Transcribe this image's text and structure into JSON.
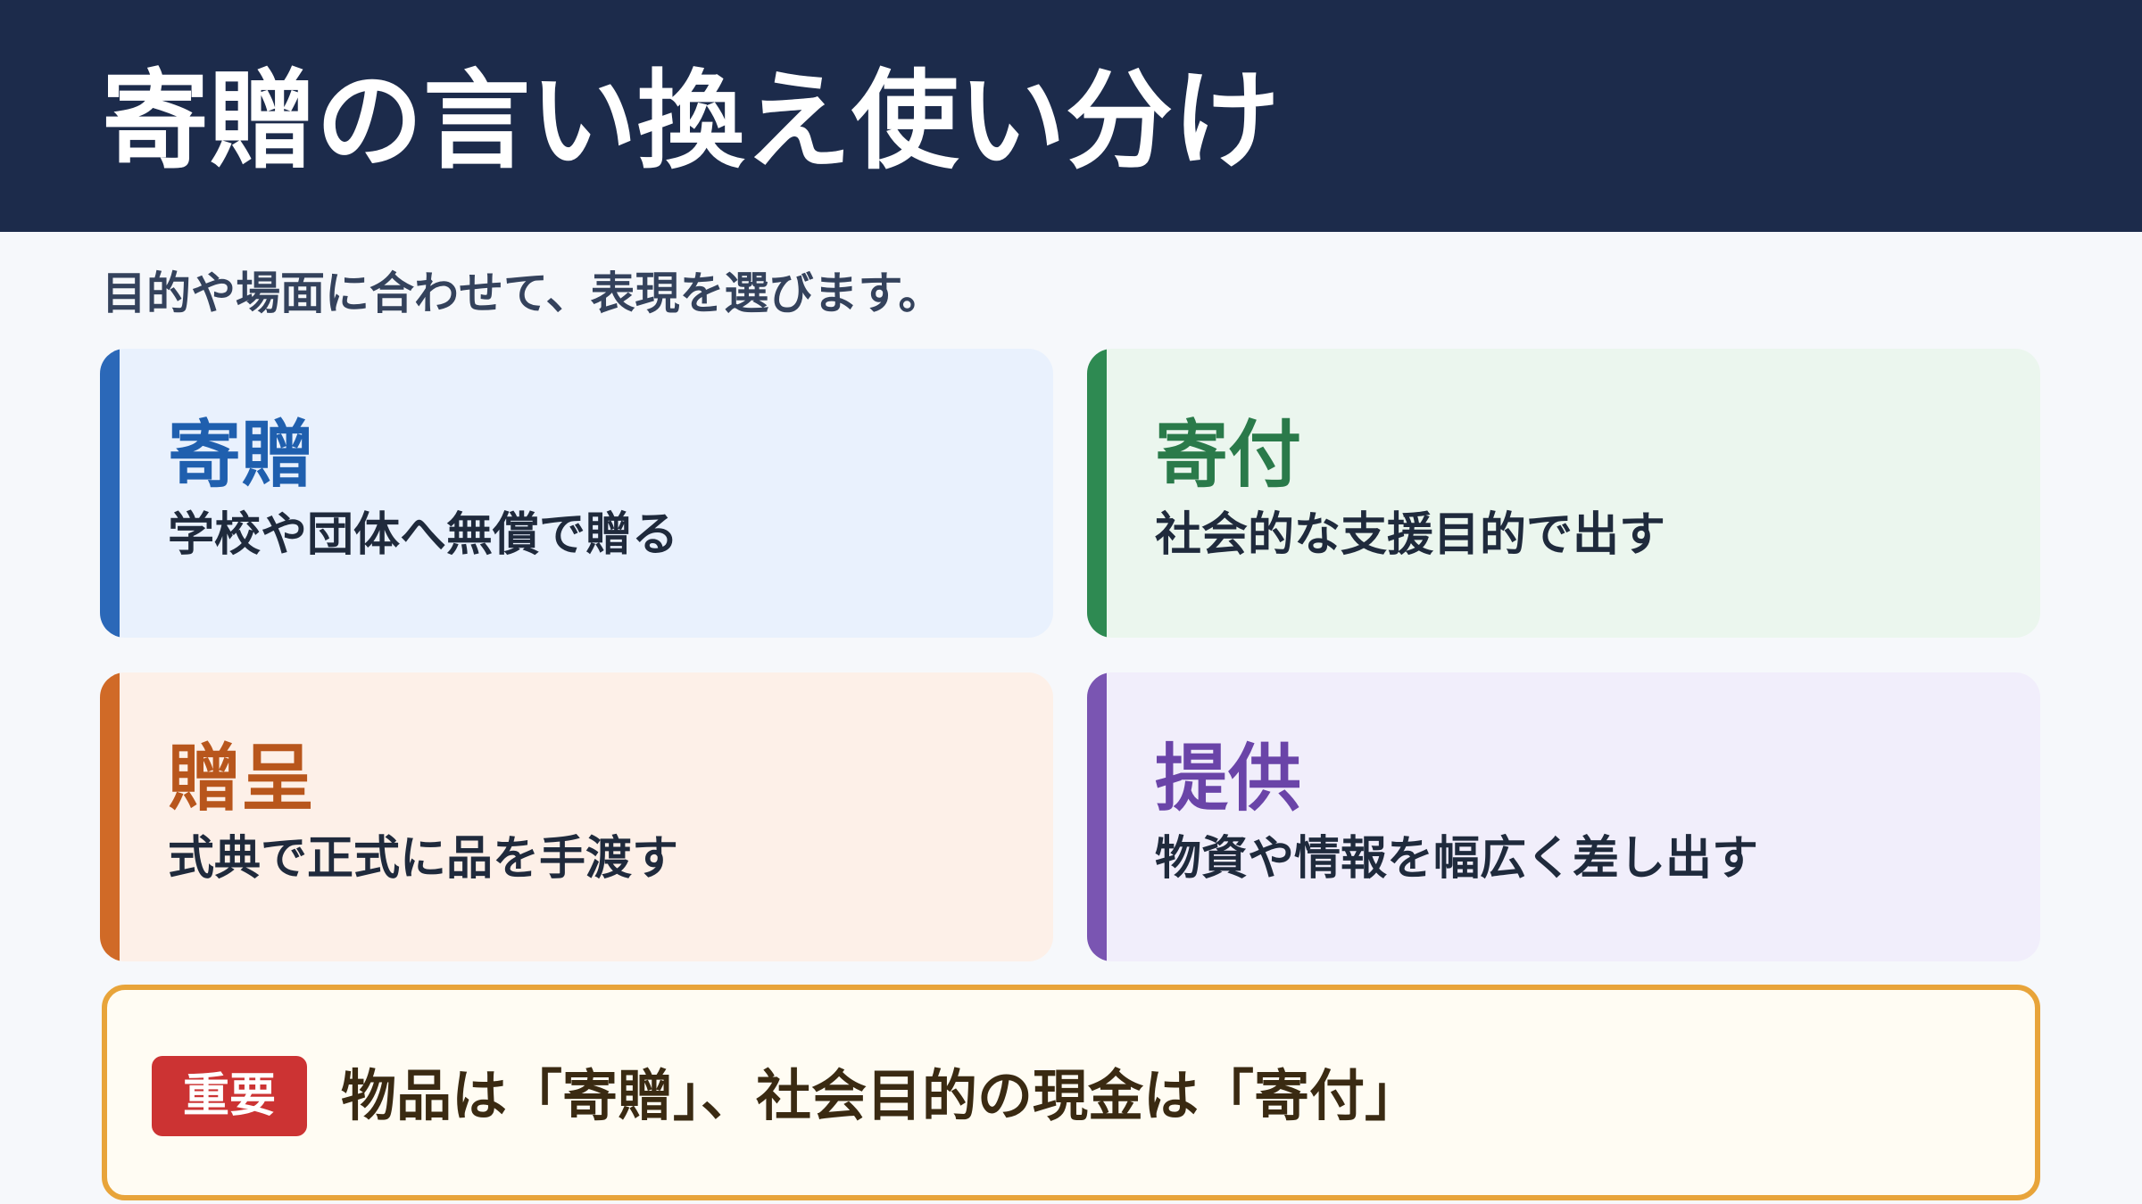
{
  "header": {
    "title": "寄贈の言い換え使い分け"
  },
  "subtitle": "目的や場面に合わせて、表現を選びます。",
  "cards": [
    {
      "term": "寄贈",
      "description": "学校や団体へ無償で贈る",
      "accent_color": "#2b68b8",
      "term_color": "#1f5fae",
      "background": "#e9f1fd"
    },
    {
      "term": "寄付",
      "description": "社会的な支援目的で出す",
      "accent_color": "#2e8a52",
      "term_color": "#2a7a4a",
      "background": "#ebf6ee"
    },
    {
      "term": "贈呈",
      "description": "式典で正式に品を手渡す",
      "accent_color": "#d06a27",
      "term_color": "#b8561c",
      "background": "#fdf0e8"
    },
    {
      "term": "提供",
      "description": "物資や情報を幅広く差し出す",
      "accent_color": "#7a55b2",
      "term_color": "#6a44a8",
      "background": "#f1eefb"
    }
  ],
  "note": {
    "badge": "重要",
    "text": "物品は「寄贈」、社会目的の現金は「寄付」",
    "border_color": "#e8a43a",
    "badge_color": "#cc3333"
  }
}
